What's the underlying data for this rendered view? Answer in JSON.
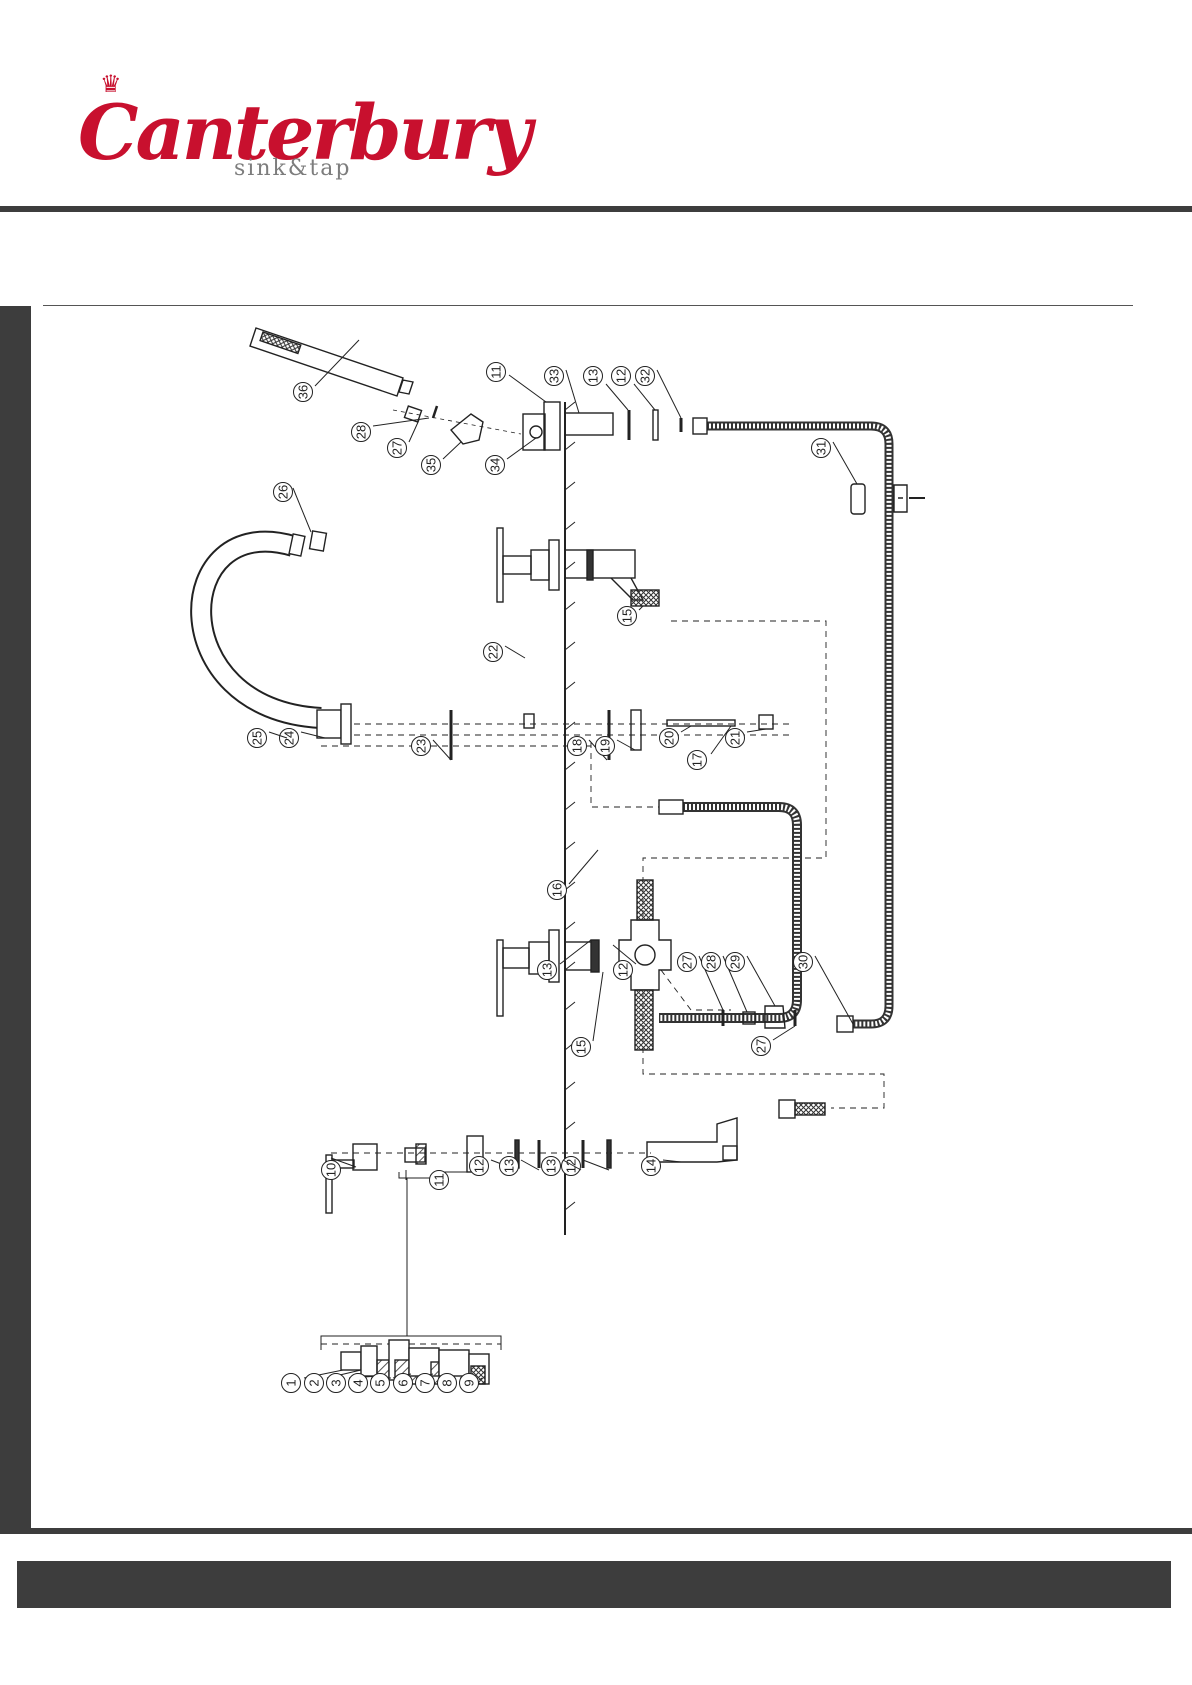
{
  "brand": {
    "name": "Canterbury",
    "tagline": "sink&tap",
    "color": "#c8102e",
    "tagline_color": "#7d7d7d"
  },
  "frame": {
    "bar_color": "#3d3d3d"
  },
  "diagram": {
    "part_numbers": [
      "1",
      "2",
      "3",
      "4",
      "5",
      "6",
      "7",
      "8",
      "9",
      "10",
      "11",
      "11",
      "12",
      "12",
      "12",
      "12",
      "13",
      "13",
      "13",
      "13",
      "14",
      "15",
      "15",
      "16",
      "17",
      "18",
      "19",
      "20",
      "21",
      "22",
      "23",
      "24",
      "25",
      "26",
      "27",
      "27",
      "27",
      "28",
      "28",
      "29",
      "30",
      "31",
      "32",
      "33",
      "34",
      "35",
      "36"
    ]
  }
}
